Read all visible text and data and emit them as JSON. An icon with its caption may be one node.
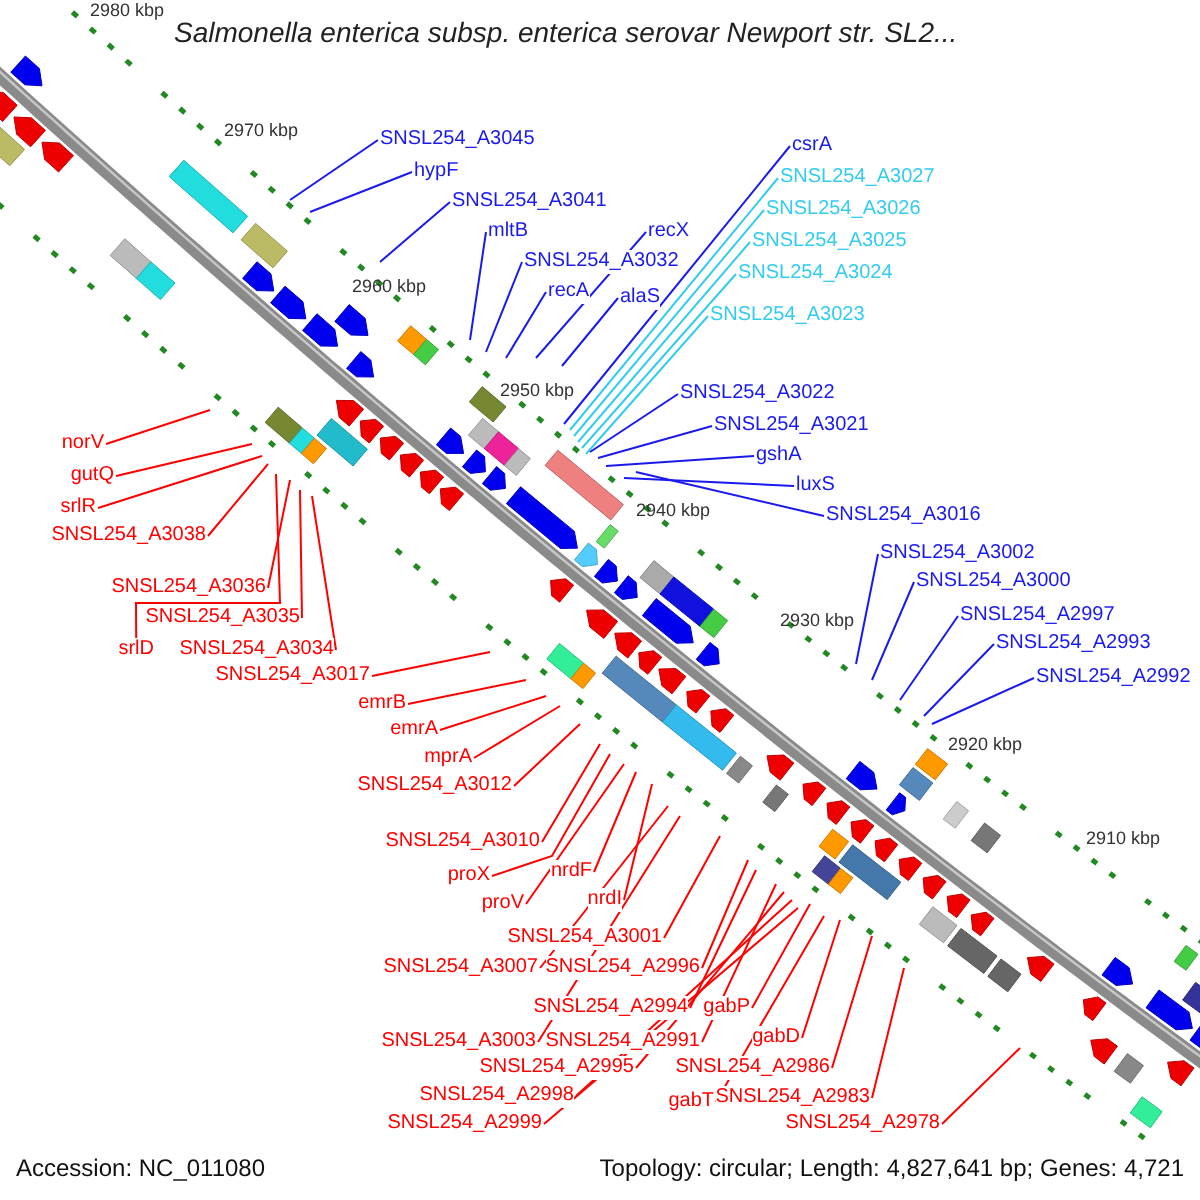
{
  "diagram": {
    "title": "Salmonella enterica subsp. enterica serovar Newport str. SL2...",
    "nodes": [
      {
        "text": [
          "SNSL254_A3045"
        ]
      },
      {
        "text": [
          "hypF"
        ]
      },
      {
        "text": [
          "SNSL254_A3041"
        ]
      },
      {
        "text": [
          "mltB"
        ]
      },
      {
        "text": [
          "SNSL254_A3032"
        ]
      },
      {
        "text": [
          "recX"
        ]
      },
      {
        "text": [
          "recA"
        ]
      },
      {
        "text": [
          "alaS"
        ]
      },
      {
        "text": [
          "csrA"
        ]
      },
      {
        "text": [
          "SNSL254_A3027"
        ]
      },
      {
        "text": [
          "SNSL254_A3026"
        ]
      },
      {
        "text": [
          "SNSL254_A3025"
        ]
      },
      {
        "text": [
          "SNSL254_A3024"
        ]
      },
      {
        "text": [
          "SNSL254_A3023"
        ]
      },
      {
        "text": [
          "SNSL254_A3022"
        ]
      },
      {
        "text": [
          "SNSL254_A3021"
        ]
      },
      {
        "text": [
          "gshA"
        ]
      },
      {
        "text": [
          "luxS"
        ]
      },
      {
        "text": [
          "SNSL254_A3016"
        ]
      },
      {
        "text": [
          "SNSL254_A3002"
        ]
      },
      {
        "text": [
          "SNSL254_A3000"
        ]
      },
      {
        "text": [
          "SNSL254_A2997"
        ]
      },
      {
        "text": [
          "SNSL254_A2993"
        ]
      },
      {
        "text": [
          "SNSL254_A2992"
        ]
      },
      {
        "text": [
          "norV"
        ]
      },
      {
        "text": [
          "gutQ"
        ]
      },
      {
        "text": [
          "srlR"
        ]
      },
      {
        "text": [
          "SNSL254_A3038"
        ]
      },
      {
        "text": [
          "SNSL254_A3036"
        ]
      },
      {
        "text": [
          "SNSL254_A3035"
        ]
      },
      {
        "text": [
          "srlD"
        ]
      },
      {
        "text": [
          "SNSL254_A3034"
        ]
      },
      {
        "text": [
          "SNSL254_A3017"
        ]
      },
      {
        "text": [
          "emrB"
        ]
      },
      {
        "text": [
          "emrA"
        ]
      },
      {
        "text": [
          "mprA"
        ]
      },
      {
        "text": [
          "SNSL254_A3012"
        ]
      },
      {
        "text": [
          "SNSL254_A3010"
        ]
      },
      {
        "text": [
          "proX"
        ]
      },
      {
        "text": [
          "nrdF"
        ]
      },
      {
        "text": [
          "proV"
        ]
      },
      {
        "text": [
          "nrdI"
        ]
      },
      {
        "text": [
          "SNSL254_A3001"
        ]
      },
      {
        "text": [
          "SNSL254_A3007"
        ]
      },
      {
        "text": [
          "SNSL254_A2996"
        ]
      },
      {
        "text": [
          "SNSL254_A2994"
        ]
      },
      {
        "text": [
          "gabP"
        ]
      },
      {
        "text": [
          "SNSL254_A3003"
        ]
      },
      {
        "text": [
          "SNSL254_A2991"
        ]
      },
      {
        "text": [
          "gabD"
        ]
      },
      {
        "text": [
          "SNSL254_A2995"
        ]
      },
      {
        "text": [
          "SNSL254_A2986"
        ]
      },
      {
        "text": [
          "SNSL254_A2998"
        ]
      },
      {
        "text": [
          "gabT"
        ]
      },
      {
        "text": [
          "SNSL254_A2983"
        ]
      },
      {
        "text": [
          "SNSL254_A2999"
        ]
      },
      {
        "text": [
          "SNSL254_A2978"
        ]
      }
    ],
    "edges": [
      {
        "from": 0,
        "to": null,
        "arrow": "none",
        "color": "#1a1aee"
      },
      {
        "from": 1,
        "to": null,
        "arrow": "none",
        "color": "#1a1aee"
      },
      {
        "from": 2,
        "to": null,
        "arrow": "none",
        "color": "#1a1aee"
      },
      {
        "from": 3,
        "to": null,
        "arrow": "none",
        "color": "#1a1aee"
      },
      {
        "from": 4,
        "to": null,
        "arrow": "none",
        "color": "#1a1aee"
      },
      {
        "from": 5,
        "to": null,
        "arrow": "none",
        "color": "#1a1aee"
      },
      {
        "from": 6,
        "to": null,
        "arrow": "none",
        "color": "#1a1aee"
      },
      {
        "from": 7,
        "to": null,
        "arrow": "none",
        "color": "#1a1aee"
      },
      {
        "from": 8,
        "to": null,
        "arrow": "none",
        "color": "#1a1aee"
      },
      {
        "from": 9,
        "to": null,
        "arrow": "none",
        "color": "#33ccee"
      },
      {
        "from": 10,
        "to": null,
        "arrow": "none",
        "color": "#33ccee"
      },
      {
        "from": 11,
        "to": null,
        "arrow": "none",
        "color": "#33ccee"
      },
      {
        "from": 12,
        "to": null,
        "arrow": "none",
        "color": "#33ccee"
      },
      {
        "from": 13,
        "to": null,
        "arrow": "none",
        "color": "#33ccee"
      },
      {
        "from": 14,
        "to": null,
        "arrow": "none",
        "color": "#1a1aee"
      },
      {
        "from": 15,
        "to": null,
        "arrow": "none",
        "color": "#1a1aee"
      },
      {
        "from": 16,
        "to": null,
        "arrow": "none",
        "color": "#1a1aee"
      },
      {
        "from": 17,
        "to": null,
        "arrow": "none",
        "color": "#1a1aee"
      },
      {
        "from": 18,
        "to": null,
        "arrow": "none",
        "color": "#1a1aee"
      },
      {
        "from": 19,
        "to": null,
        "arrow": "none",
        "color": "#1a1aee"
      },
      {
        "from": 20,
        "to": null,
        "arrow": "none",
        "color": "#1a1aee"
      },
      {
        "from": 21,
        "to": null,
        "arrow": "none",
        "color": "#1a1aee"
      },
      {
        "from": 22,
        "to": null,
        "arrow": "none",
        "color": "#1a1aee"
      },
      {
        "from": 23,
        "to": null,
        "arrow": "none",
        "color": "#1a1aee"
      },
      {
        "from": 24,
        "to": null,
        "arrow": "none"
      },
      {
        "from": 25,
        "to": null,
        "arrow": "none"
      },
      {
        "from": 26,
        "to": null,
        "arrow": "none"
      },
      {
        "from": 27,
        "to": null,
        "arrow": "none"
      },
      {
        "from": 28,
        "to": null,
        "arrow": "none"
      },
      {
        "from": 29,
        "to": null,
        "arrow": "none"
      },
      {
        "from": 30,
        "to": null,
        "arrow": "none"
      },
      {
        "from": 31,
        "to": null,
        "arrow": "none"
      },
      {
        "from": 32,
        "to": null,
        "arrow": "none"
      },
      {
        "from": 33,
        "to": null,
        "arrow": "none"
      },
      {
        "from": 34,
        "to": null,
        "arrow": "none"
      },
      {
        "from": 35,
        "to": null,
        "arrow": "none"
      },
      {
        "from": 36,
        "to": null,
        "arrow": "none"
      },
      {
        "from": 37,
        "to": null,
        "arrow": "none"
      },
      {
        "from": 38,
        "to": null,
        "arrow": "none"
      },
      {
        "from": 39,
        "to": null,
        "arrow": "none"
      },
      {
        "from": 40,
        "to": null,
        "arrow": "none"
      },
      {
        "from": 41,
        "to": null,
        "arrow": "none"
      },
      {
        "from": 42,
        "to": null,
        "arrow": "none"
      },
      {
        "from": 43,
        "to": null,
        "arrow": "none"
      },
      {
        "from": 44,
        "to": null,
        "arrow": "none"
      },
      {
        "from": 45,
        "to": null,
        "arrow": "none"
      },
      {
        "from": 46,
        "to": null,
        "arrow": "none"
      },
      {
        "from": 47,
        "to": null,
        "arrow": "none"
      },
      {
        "from": 48,
        "to": null,
        "arrow": "none"
      },
      {
        "from": 49,
        "to": null,
        "arrow": "none"
      },
      {
        "from": 50,
        "to": null,
        "arrow": "none"
      },
      {
        "from": 51,
        "to": null,
        "arrow": "none"
      },
      {
        "from": 52,
        "to": null,
        "arrow": "none"
      },
      {
        "from": 53,
        "to": null,
        "arrow": "none"
      },
      {
        "from": 54,
        "to": null,
        "arrow": "none"
      },
      {
        "from": 55,
        "to": null,
        "arrow": "none"
      },
      {
        "from": 56,
        "to": null,
        "arrow": "none"
      }
    ],
    "labels": [
      "2980 kbp",
      "2970 kbp",
      "2960 kbp",
      "2950 kbp",
      "2940 kbp",
      "2930 kbp",
      "2920 kbp",
      "2910 kbp",
      "Accession: NC_011080",
      "Topology: circular; Length: 4,827,641 bp; Genes: 4,721"
    ]
  }
}
